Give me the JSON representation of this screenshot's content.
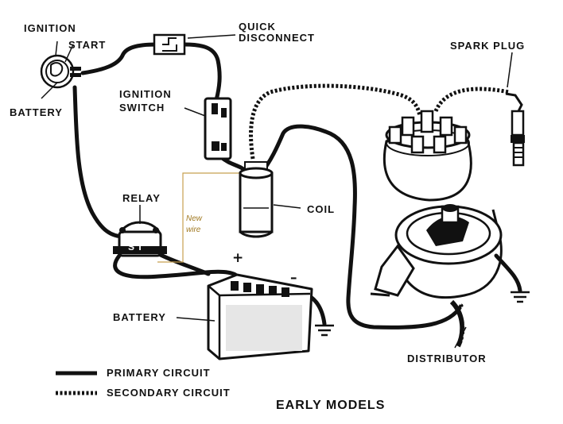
{
  "labels": {
    "ignition": "IGNITION",
    "start": "START",
    "battery_terminal": "BATTERY",
    "quick_disconnect_line1": "QUICK",
    "quick_disconnect_line2": "DISCONNECT",
    "ignition_switch_line1": "IGNITION",
    "ignition_switch_line2": "SWITCH",
    "spark_plug": "SPARK PLUG",
    "relay": "RELAY",
    "coil": "COIL",
    "new_wire_line1": "New",
    "new_wire_line2": "wire",
    "relay_terminals": "S I",
    "plus": "+",
    "minus": "–",
    "battery": "BATTERY",
    "distributor": "DISTRIBUTOR"
  },
  "legend": {
    "primary": "PRIMARY CIRCUIT",
    "secondary": "SECONDARY CIRCUIT"
  },
  "footer": {
    "title": "EARLY MODELS"
  },
  "colors": {
    "ink": "#111111",
    "new_wire": "#c8a050"
  }
}
